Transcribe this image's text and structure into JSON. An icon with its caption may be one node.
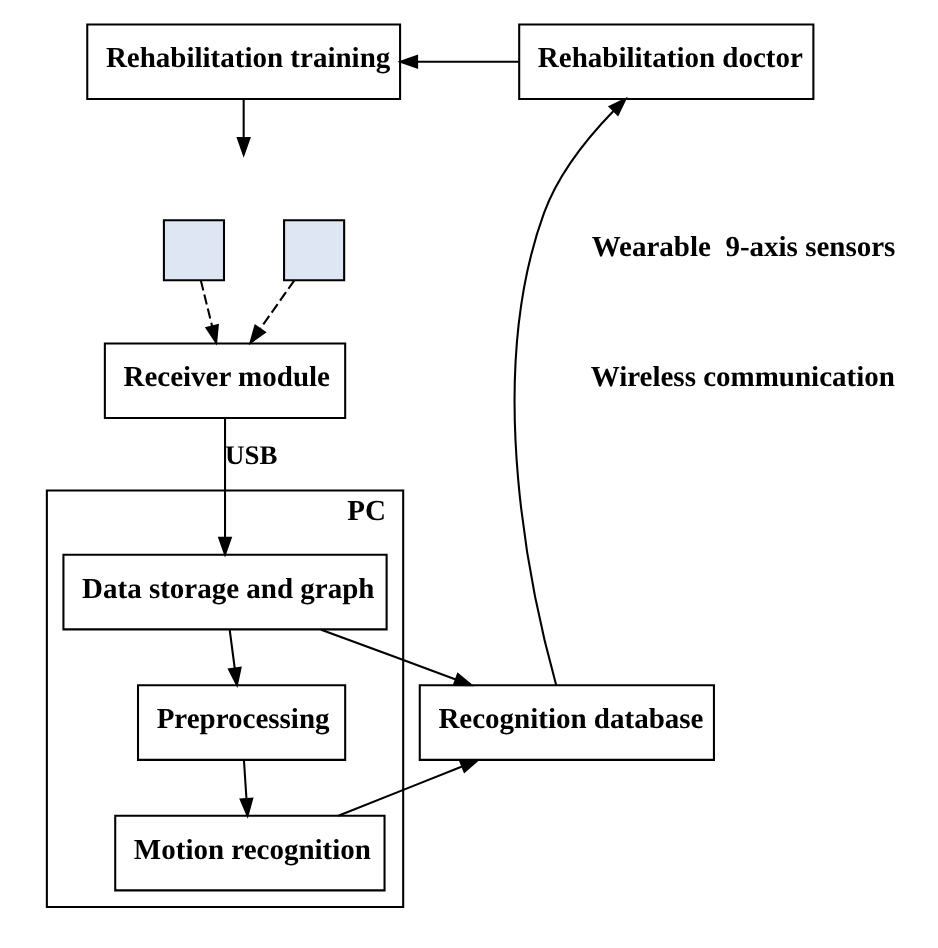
{
  "diagram": {
    "nodes": [
      {
        "text": [
          "Rehabilitation training"
        ]
      },
      {
        "text": [
          "Rehabilitation doctor"
        ]
      },
      {
        "text": [],
        "shape": "box"
      },
      {
        "text": [],
        "shape": "box"
      },
      {
        "text": [
          "Receiver module"
        ]
      },
      {
        "text": [
          "PC"
        ]
      },
      {
        "text": [
          "Data storage and graph"
        ],
        "in": 5
      },
      {
        "text": [
          "Preprocessing"
        ],
        "in": 5
      },
      {
        "text": [
          "Motion recognition"
        ],
        "in": 5
      },
      {
        "text": [
          "Recognition database"
        ]
      }
    ],
    "edges": [
      {
        "from": 1,
        "to": 0,
        "arrow": "to"
      },
      {
        "from": 0,
        "to": null,
        "arrow": "to"
      },
      {
        "from": 2,
        "to": 4,
        "arrow": "to",
        "style": "dashed"
      },
      {
        "from": 3,
        "to": 4,
        "arrow": "to",
        "style": "dashed"
      },
      {
        "from": 4,
        "to": 6,
        "arrow": "to",
        "label": "USB"
      },
      {
        "from": 6,
        "to": 7,
        "arrow": "to"
      },
      {
        "from": 7,
        "to": 8,
        "arrow": "to"
      },
      {
        "from": 6,
        "to": 9,
        "arrow": "to"
      },
      {
        "from": 8,
        "to": 9,
        "arrow": "to"
      },
      {
        "from": 9,
        "to": 1,
        "arrow": "to"
      }
    ],
    "labels": [
      "Wearable  9-axis sensors",
      "Wireless communication"
    ]
  }
}
